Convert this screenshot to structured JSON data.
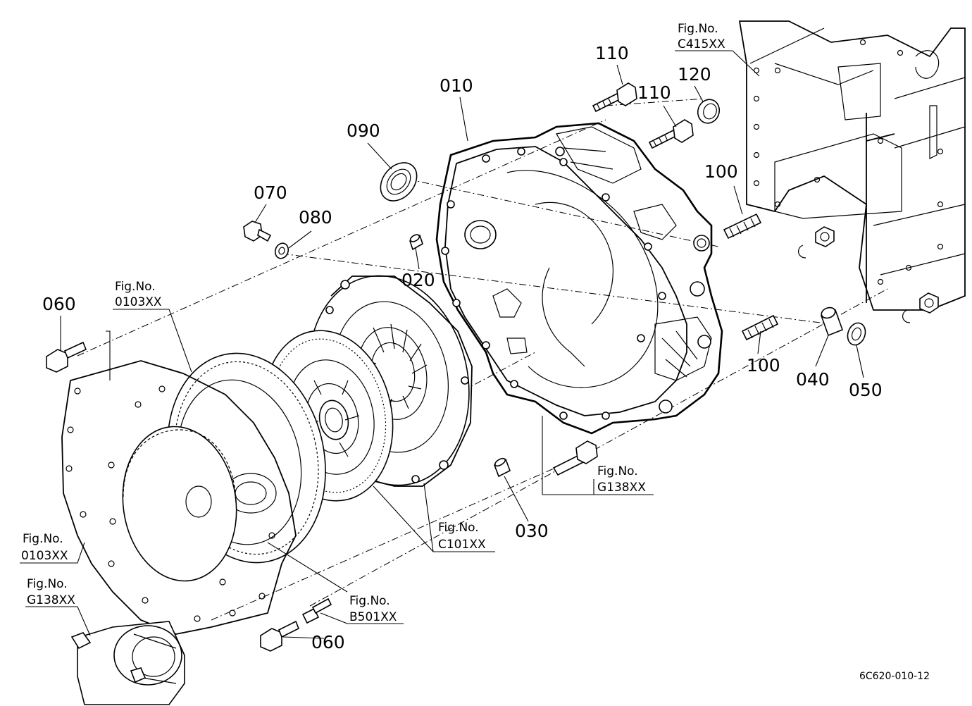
{
  "diagram": {
    "drawing_code": "6C620-010-12",
    "parts": [
      {
        "id": "p010",
        "number": "010"
      },
      {
        "id": "p020",
        "number": "020"
      },
      {
        "id": "p030",
        "number": "030"
      },
      {
        "id": "p040",
        "number": "040"
      },
      {
        "id": "p050",
        "number": "050"
      },
      {
        "id": "p060a",
        "number": "060"
      },
      {
        "id": "p060b",
        "number": "060"
      },
      {
        "id": "p070",
        "number": "070"
      },
      {
        "id": "p080",
        "number": "080"
      },
      {
        "id": "p090",
        "number": "090"
      },
      {
        "id": "p100a",
        "number": "100"
      },
      {
        "id": "p100b",
        "number": "100"
      },
      {
        "id": "p110a",
        "number": "110"
      },
      {
        "id": "p110b",
        "number": "110"
      },
      {
        "id": "p120",
        "number": "120"
      }
    ],
    "figure_refs": [
      {
        "id": "f_c415",
        "prefix": "Fig.No.",
        "code": "C415XX"
      },
      {
        "id": "f_0103a",
        "prefix": "Fig.No.",
        "code": "0103XX"
      },
      {
        "id": "f_g138a",
        "prefix": "Fig.No.",
        "code": "G138XX"
      },
      {
        "id": "f_c101",
        "prefix": "Fig.No.",
        "code": "C101XX"
      },
      {
        "id": "f_0103b",
        "prefix": "Fig.No.",
        "code": "0103XX"
      },
      {
        "id": "f_g138b",
        "prefix": "Fig.No.",
        "code": "G138XX"
      },
      {
        "id": "f_b501",
        "prefix": "Fig.No.",
        "code": "B501XX"
      }
    ]
  }
}
